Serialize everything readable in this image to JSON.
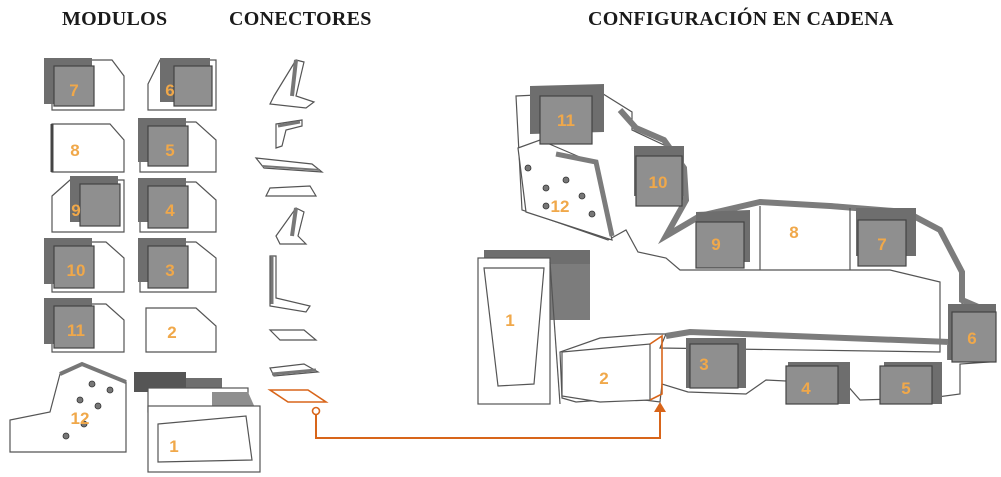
{
  "headers": {
    "modules": "MODULOS",
    "connectors": "CONECTORES",
    "chain": "CONFIGURACIÓN EN CADENA"
  },
  "colors": {
    "number": "#f0a84a",
    "block": "#8f8f8f",
    "shadow": "#6e6e6e",
    "outline": "#555555",
    "connector_accent": "#d8651a"
  },
  "module_numbers": {
    "m1": "1",
    "m2": "2",
    "m3": "3",
    "m4": "4",
    "m5": "5",
    "m6": "6",
    "m7": "7",
    "m8": "8",
    "m9": "9",
    "m10": "10",
    "m11": "11",
    "m12": "12"
  },
  "chain_numbers": {
    "c1": "1",
    "c2": "2",
    "c3": "3",
    "c4": "4",
    "c5": "5",
    "c6": "6",
    "c7": "7",
    "c8": "8",
    "c9": "9",
    "c10": "10",
    "c11": "11",
    "c12": "12"
  }
}
